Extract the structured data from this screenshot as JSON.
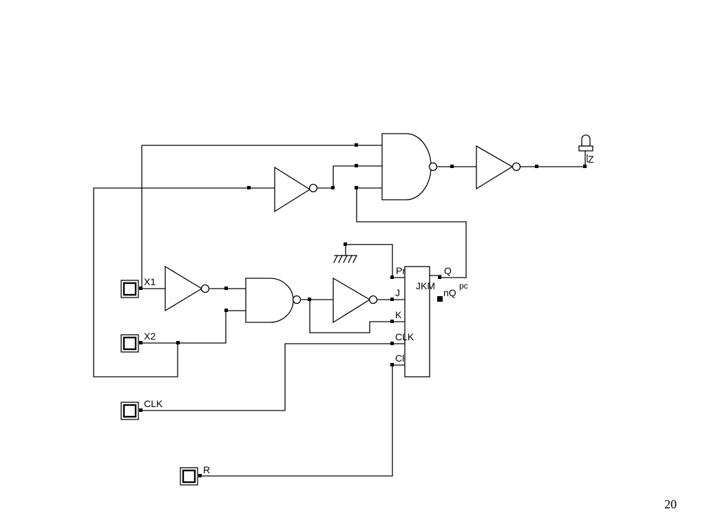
{
  "diagram": {
    "inputs": {
      "x1": "X1",
      "x2": "X2",
      "clk": "CLK",
      "r": "R"
    },
    "output": {
      "z": "Z"
    },
    "flip_flop": {
      "name": "JKM",
      "pin_pr": "Pr",
      "pin_j": "J",
      "pin_k": "K",
      "pin_clk": "CLK",
      "pin_cl": "Cl",
      "pin_q": "Q",
      "pin_nq": "nQ",
      "pin_pc": "pc"
    }
  },
  "page_number": "20"
}
